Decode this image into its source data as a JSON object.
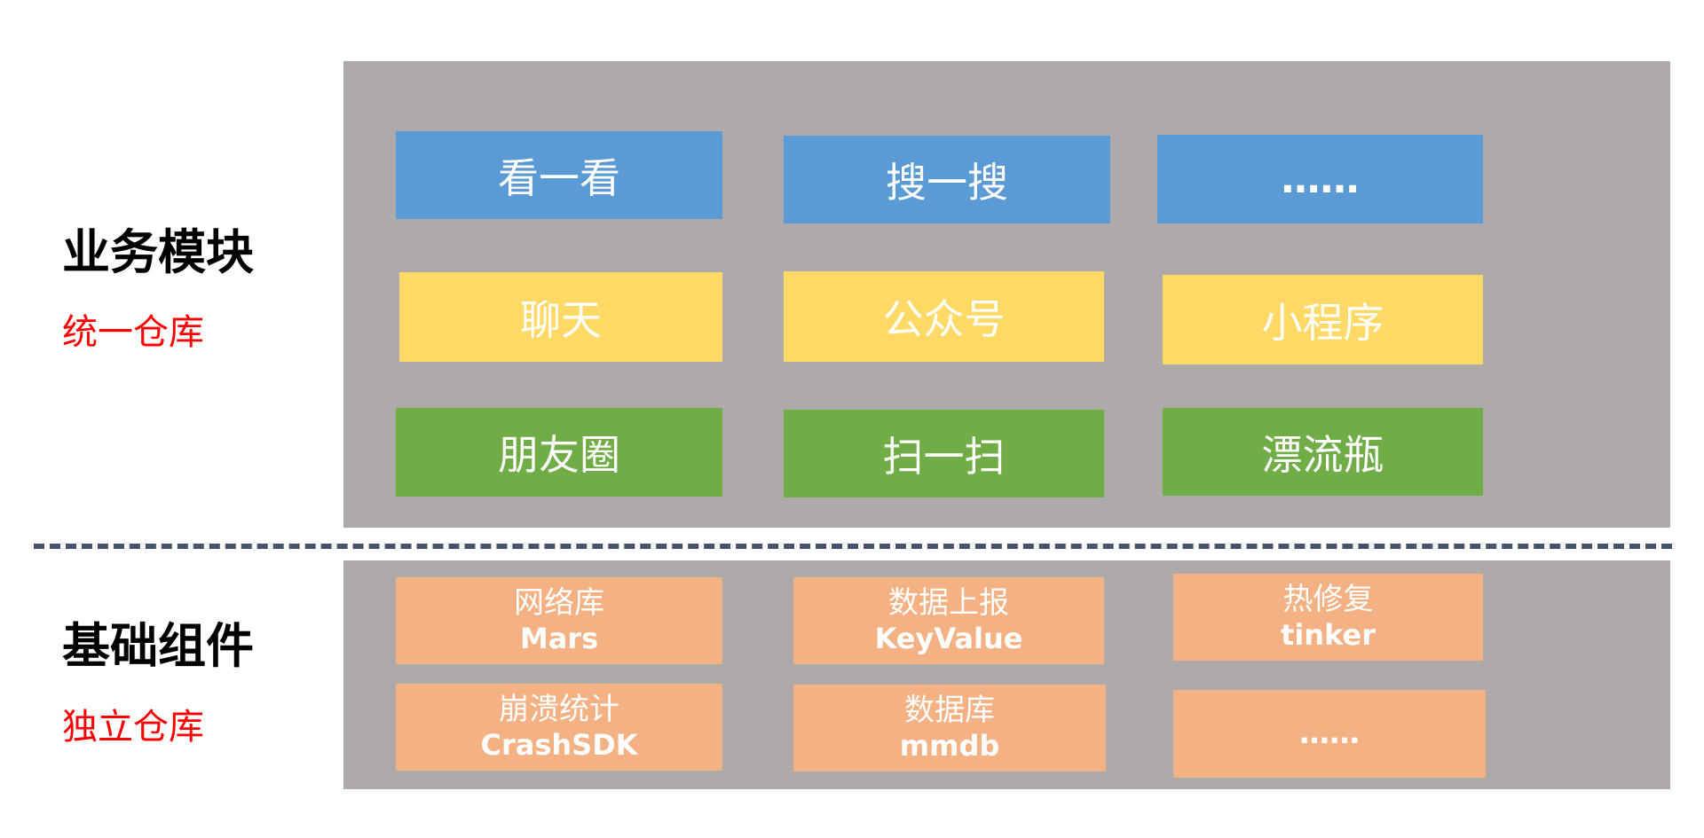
{
  "sections": {
    "business": {
      "title": "业务模块",
      "subtitle": "统一仓库",
      "modules": [
        {
          "label": "看一看",
          "color": "#5b9bd5"
        },
        {
          "label": "搜一搜",
          "color": "#5b9bd5"
        },
        {
          "label": "……",
          "color": "#5b9bd5"
        },
        {
          "label": "聊天",
          "color": "#ffd966"
        },
        {
          "label": "公众号",
          "color": "#ffd966"
        },
        {
          "label": "小程序",
          "color": "#ffd966"
        },
        {
          "label": "朋友圈",
          "color": "#70ad47"
        },
        {
          "label": "扫一扫",
          "color": "#70ad47"
        },
        {
          "label": "漂流瓶",
          "color": "#70ad47"
        }
      ]
    },
    "base": {
      "title": "基础组件",
      "subtitle": "独立仓库",
      "components": [
        {
          "name": "网络库",
          "lib": "Mars"
        },
        {
          "name": "数据上报",
          "lib": "KeyValue"
        },
        {
          "name": "热修复",
          "lib": "tinker"
        },
        {
          "name": "崩溃统计",
          "lib": "CrashSDK"
        },
        {
          "name": "数据库",
          "lib": "mmdb"
        },
        {
          "name": "……",
          "lib": ""
        }
      ]
    }
  },
  "colors": {
    "panel": "#aeaaaa",
    "divider": "#44546a",
    "subtitle": "#ff0000",
    "component": "#f4b183"
  }
}
